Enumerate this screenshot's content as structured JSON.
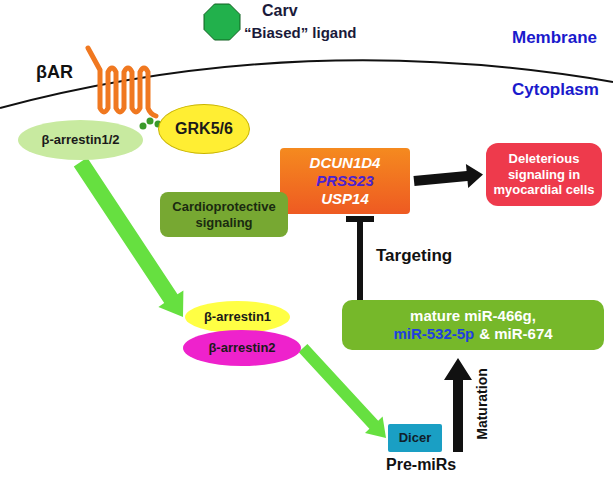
{
  "diagram": {
    "nodes": [
      {
        "text": [
          "β-arrestin1/2"
        ]
      },
      {
        "text": [
          "GRK5/6"
        ]
      },
      {
        "text": [
          "DCUN1D4",
          "PRSS23",
          "USP14"
        ]
      },
      {
        "text": [
          "Deleterious signaling in myocardial cells"
        ]
      },
      {
        "text": [
          "Cardioprotective signaling"
        ]
      },
      {
        "text": [
          "β-arrestin1"
        ]
      },
      {
        "text": [
          "β-arrestin2"
        ]
      },
      {
        "text": [
          "mature miR-466g,",
          "miR-532-5p",
          "& miR-674"
        ]
      },
      {
        "text": [
          "Dicer"
        ]
      }
    ],
    "edges": [
      {
        "from": 0,
        "to": 5,
        "arrow": "to"
      },
      {
        "from": 6,
        "to": 8,
        "arrow": "to"
      },
      {
        "from": 2,
        "to": 3,
        "arrow": "to"
      },
      {
        "from": 7,
        "to": 2,
        "arrow": "to",
        "label": "Targeting"
      }
    ],
    "labels": [
      "Carv",
      "“Biased” ligand",
      "βAR",
      "Membrane",
      "Cytoplasm",
      "Pre-miRs",
      "Maturation"
    ]
  }
}
